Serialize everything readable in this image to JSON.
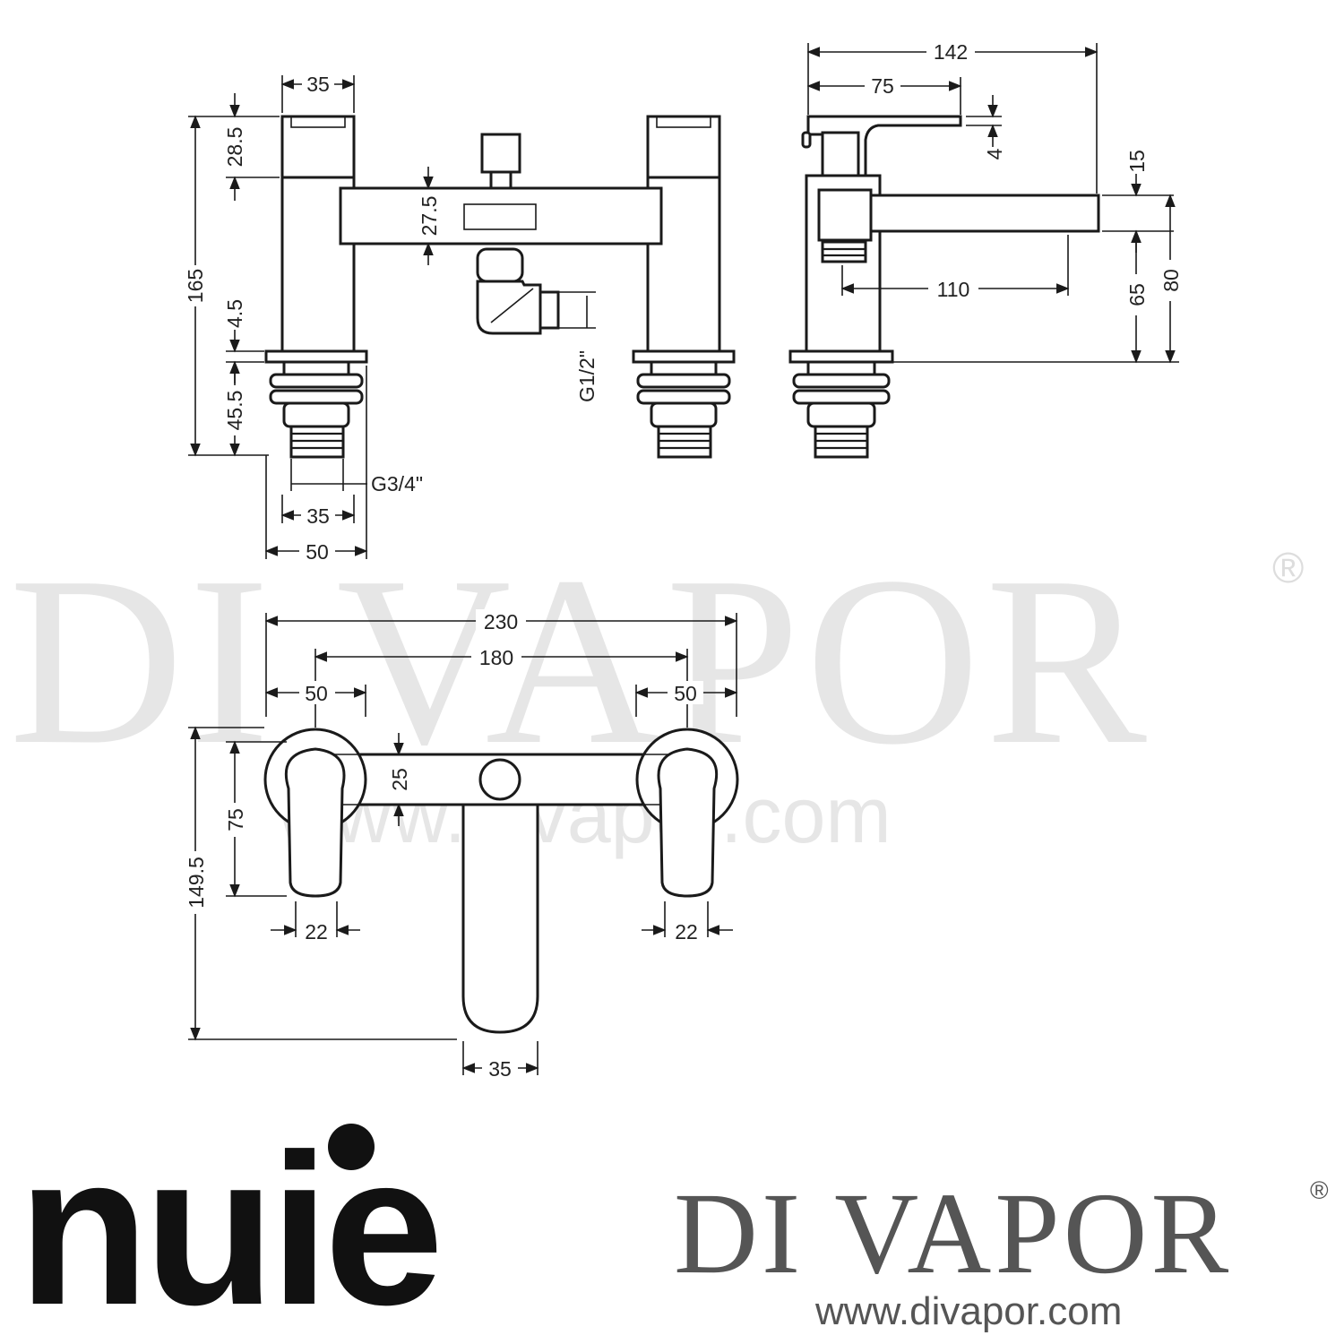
{
  "front_view": {
    "dims": {
      "handle_width": "35",
      "handle_height": "28.5",
      "overall_height": "165",
      "body_height": "27.5",
      "plate_thickness": "4.5",
      "tail_length": "45.5",
      "inlet_thread": "G3/4\"",
      "tail_width": "35",
      "plate_width": "50",
      "outlet_thread": "G1/2\""
    }
  },
  "side_view": {
    "dims": {
      "overall_depth": "142",
      "lever_depth": "75",
      "lever_thickness": "4",
      "spout_thickness": "15",
      "spout_reach": "110",
      "spout_height": "65",
      "spout_top_height": "80"
    }
  },
  "plan_view": {
    "dims": {
      "overall_width": "230",
      "centres": "180",
      "left_rose": "50",
      "right_rose": "50",
      "bar_width": "25",
      "handle_length": "75",
      "overall_depth": "149.5",
      "left_handle_width": "22",
      "right_handle_width": "22",
      "spout_width": "35"
    }
  },
  "watermark": {
    "name": "DI VAPOR",
    "registered": "®",
    "url": "www.divapor.com"
  },
  "brand": {
    "logo": "nuie",
    "name": "DI VAPOR",
    "registered": "®",
    "url": "www.divapor.com"
  }
}
